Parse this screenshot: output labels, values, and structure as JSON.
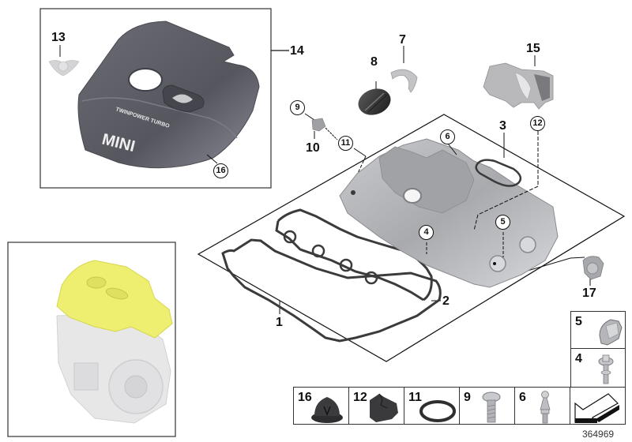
{
  "diagram": {
    "type": "exploded-parts-diagram",
    "subject": "Engine cylinder head cover (valve cover) with engine acoustic cover",
    "document_number": "364969",
    "cover_text": {
      "brand": "MINI",
      "tagline": "TWINPOWER TURBO"
    },
    "callouts": {
      "p1": "1",
      "p2": "2",
      "p3": "3",
      "p4": "4",
      "p5": "5",
      "p6": "6",
      "p7": "7",
      "p8": "8",
      "p9": "9",
      "p10": "10",
      "p11": "11",
      "p12": "12",
      "p13": "13",
      "p14": "14",
      "p15": "15",
      "p16": "16",
      "p17": "17"
    },
    "circled_callouts": [
      "4",
      "5",
      "6",
      "9",
      "11",
      "12",
      "16"
    ],
    "small_parts_boxes": {
      "right_column": [
        {
          "number": "5",
          "part": "clip"
        },
        {
          "number": "4",
          "part": "bolt with washer"
        }
      ],
      "bottom_row": [
        {
          "number": "16",
          "part": "rubber grommet"
        },
        {
          "number": "12",
          "part": "rubber bushing"
        },
        {
          "number": "11",
          "part": "o-ring"
        },
        {
          "number": "9",
          "part": "torx screw"
        },
        {
          "number": "6",
          "part": "ball stud"
        },
        {
          "number": "",
          "part": "orientation arrow"
        }
      ]
    },
    "locator_view": {
      "description": "Engine overview with highlighted cover",
      "highlight_color": "#f2f07a"
    },
    "colors": {
      "line": "#111111",
      "engine_cover": "#5d5e66",
      "valve_cover": "#b5b6ba",
      "gasket": "#3a3a3a",
      "highlight": "#eeee70"
    }
  }
}
